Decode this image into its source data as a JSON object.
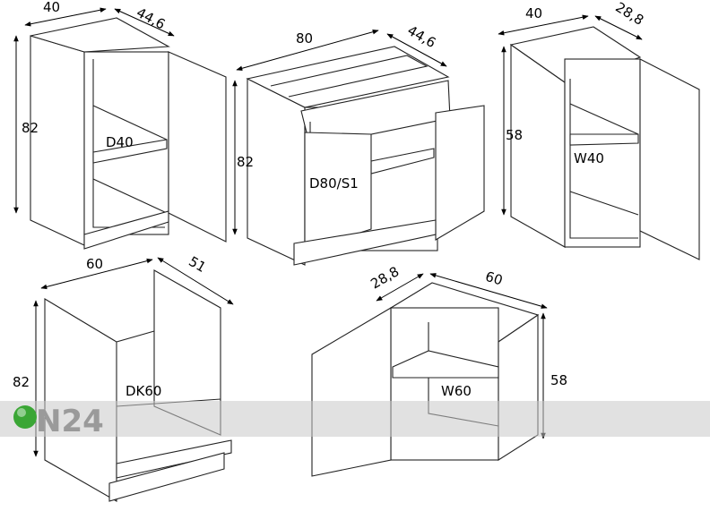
{
  "cabinets": [
    {
      "code": "D40",
      "dims": [
        "40",
        "44,6",
        "82"
      ]
    },
    {
      "code": "D80/S1",
      "dims": [
        "80",
        "44,6",
        "82"
      ]
    },
    {
      "code": "W40",
      "dims": [
        "40",
        "28,8",
        "58"
      ]
    },
    {
      "code": "DK60",
      "dims": [
        "60",
        "51",
        "82"
      ]
    },
    {
      "code": "W60",
      "dims": [
        "28,8",
        "60",
        "58"
      ]
    }
  ],
  "watermark": {
    "text": "ON24",
    "band_color": "#c9c9c9",
    "dot_color": "#3aa635"
  }
}
